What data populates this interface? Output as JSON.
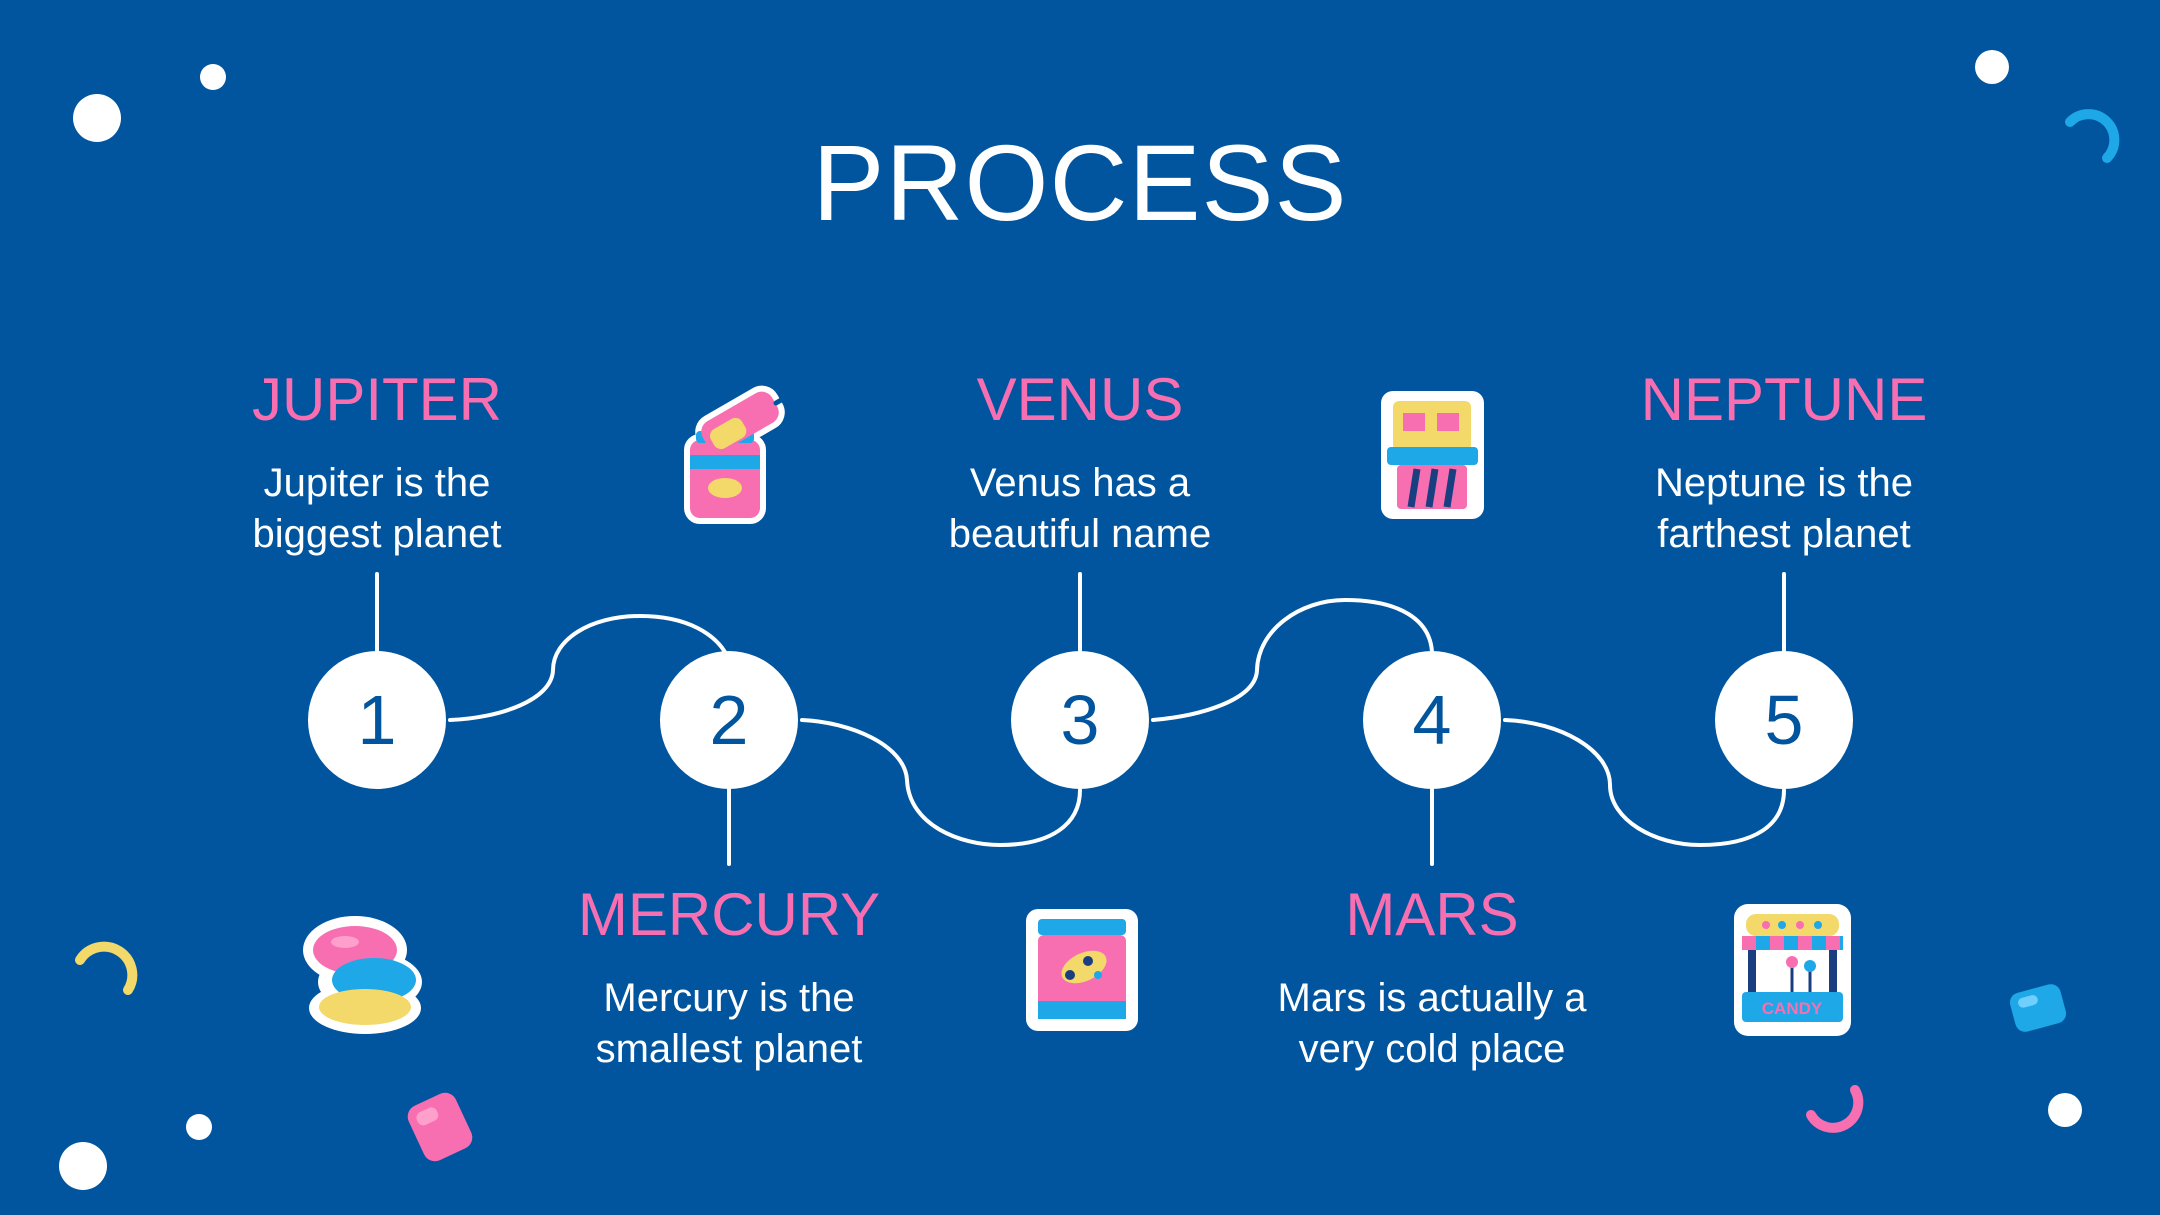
{
  "title": "PROCESS",
  "steps": [
    {
      "number": "1",
      "name": "JUPITER",
      "desc_line1": "Jupiter is the",
      "desc_line2": "biggest planet"
    },
    {
      "number": "2",
      "name": "MERCURY",
      "desc_line1": "Mercury is the",
      "desc_line2": "smallest planet"
    },
    {
      "number": "3",
      "name": "VENUS",
      "desc_line1": "Venus has a",
      "desc_line2": "beautiful name"
    },
    {
      "number": "4",
      "name": "MARS",
      "desc_line1": "Mars is actually a",
      "desc_line2": "very cold place"
    },
    {
      "number": "5",
      "name": "NEPTUNE",
      "desc_line1": "Neptune is the",
      "desc_line2": "farthest planet"
    }
  ],
  "candy_stand_label": "CANDY",
  "colors": {
    "background": "#01559f",
    "accent_pink": "#f76fb0",
    "text": "#ffffff",
    "cyan": "#1ea8e8",
    "yellow": "#f3d86a"
  },
  "icons": [
    "honey-jar-icon",
    "candy-box-icon",
    "jelly-beans-icon",
    "candy-jar-icon",
    "candy-stand-icon"
  ]
}
